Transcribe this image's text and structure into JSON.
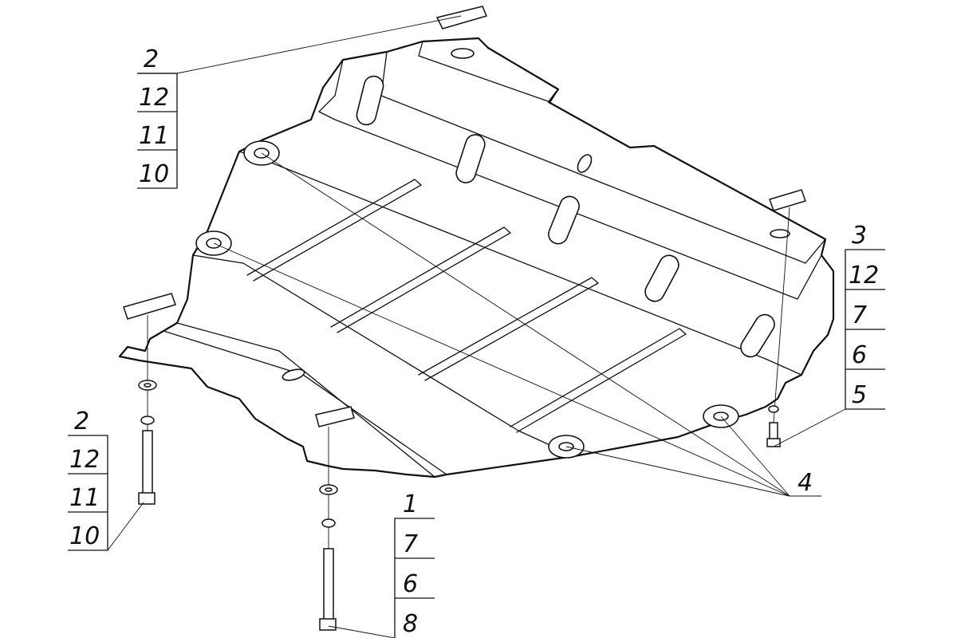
{
  "callouts": {
    "top_left": [
      "2",
      "12",
      "11",
      "10"
    ],
    "bottom_left": [
      "2",
      "12",
      "11",
      "10"
    ],
    "right": [
      "3",
      "12",
      "7",
      "6",
      "5"
    ],
    "bottom_center": [
      "1",
      "7",
      "6",
      "8"
    ],
    "single": "4"
  }
}
